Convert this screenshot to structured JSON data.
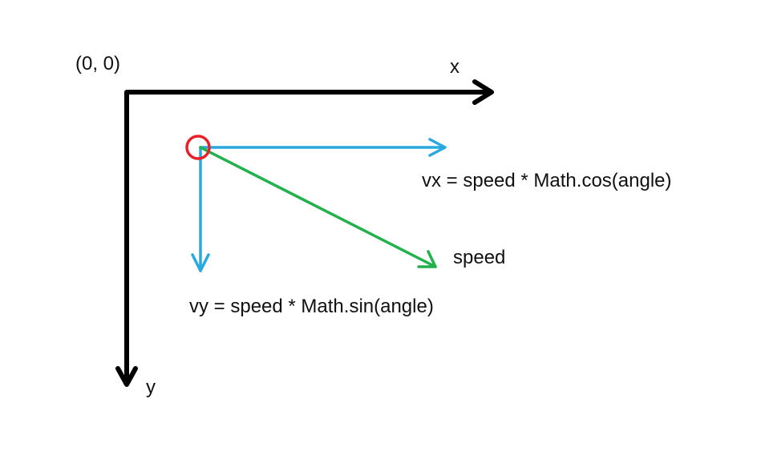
{
  "labels": {
    "origin": "(0, 0)",
    "x_axis": "x",
    "y_axis": "y",
    "vx_formula": "vx = speed * Math.cos(angle)",
    "vy_formula": "vy = speed * Math.sin(angle)",
    "speed": "speed"
  },
  "colors": {
    "axes": "#000000",
    "components": "#2aa9e0",
    "speed_vector": "#22b14c",
    "object": "#e8202a",
    "text": "#111111"
  }
}
